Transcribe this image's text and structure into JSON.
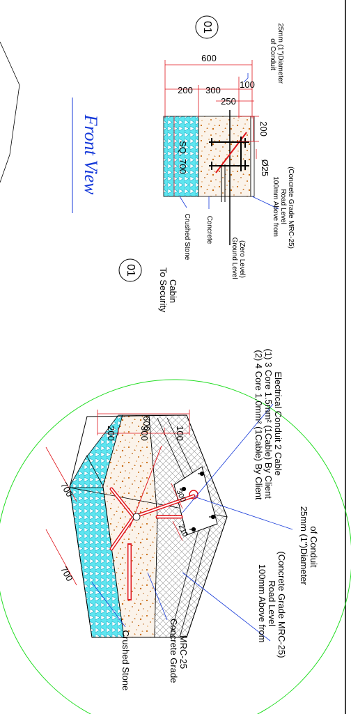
{
  "front": {
    "marker": "01",
    "conduit_note": [
      "25mm (1\")Diameter",
      "of Conduit"
    ],
    "dim_total": "600",
    "dim_200": "200",
    "dim_300": "300",
    "dim_100": "100",
    "dim_250": "250",
    "dim_200b": "200",
    "dim_025": "Ø25",
    "dim_sq": "SQ. 700",
    "road_note": [
      "100mm Above from",
      "Road Level",
      "(Concrete Grade MRC-25)"
    ],
    "ground_note": [
      "Ground Level",
      "(Zero Level)"
    ],
    "concrete": "Concrete",
    "crushed": "Crushed Stone",
    "view_title": "Front View"
  },
  "iso": {
    "marker": "01",
    "cable_note": [
      "Electrical Conduit 2 Cable",
      "(1) 3 Core 1.5mm² (1Cable) By Client",
      "(2) 4 Core 1.0mm² (1Cable) By Client"
    ],
    "conduit_note": [
      "25mm (1\")Diameter",
      "of Conduit"
    ],
    "road_note": [
      "100mm Above from",
      "Road Level",
      "(Concrete Grade MRC-25)"
    ],
    "to_security": [
      "To Security",
      "Cabin"
    ],
    "dim_total": "600",
    "dim_200": "200",
    "dim_300": "300",
    "dim_100": "100",
    "dim_700a": "700",
    "dim_700b": "700",
    "dim_300p": "300",
    "dim_210": "210",
    "concrete_grade": [
      "Concrete Grade",
      "MRC-25"
    ],
    "crushed": "Crushed Stone"
  },
  "colors": {
    "dimension": "#e0151b",
    "leader": "#1438d9",
    "circle": "#22dd22",
    "crushed_fill": "#39d8e8",
    "aggregate": "#c86b12"
  }
}
